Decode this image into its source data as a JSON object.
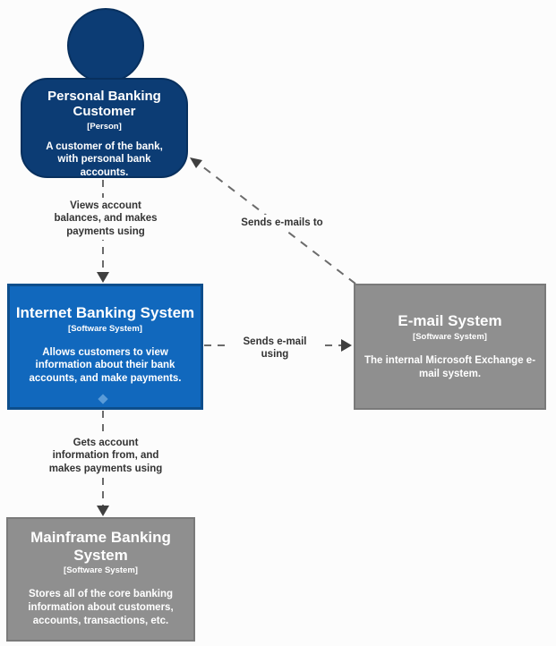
{
  "diagram": {
    "background": "#fcfcfc",
    "line_color": "#6b6b6b",
    "arrow_color": "#3f3f3f",
    "label_color": "#333333",
    "handle_color": "#5a9bd8",
    "nodes": {
      "person": {
        "title": "Personal Banking Customer",
        "type_label": "[Person]",
        "description": "A customer of the bank, with personal bank accounts.",
        "fill": "#0c3c74",
        "border": "#08305e"
      },
      "internet_banking": {
        "title": "Internet Banking System",
        "type_label": "[Software System]",
        "description": "Allows customers to view information about their bank accounts, and make payments.",
        "fill": "#1168bd",
        "border": "#0d4e8c"
      },
      "email": {
        "title": "E-mail System",
        "type_label": "[Software System]",
        "description": "The internal Microsoft Exchange e-mail system.",
        "fill": "#8f8f8f",
        "border": "#7a7a7a"
      },
      "mainframe": {
        "title": "Mainframe Banking System",
        "type_label": "[Software System]",
        "description": "Stores all of the core banking information about customers, accounts, transactions, etc.",
        "fill": "#8f8f8f",
        "border": "#7a7a7a"
      }
    },
    "relationships": {
      "views_account": {
        "label": "Views account balances, and makes payments using"
      },
      "sends_emails_to": {
        "label": "Sends e-mails to"
      },
      "sends_email_using": {
        "label": "Sends e-mail using"
      },
      "gets_account": {
        "label": "Gets account information from, and makes payments using"
      }
    }
  }
}
